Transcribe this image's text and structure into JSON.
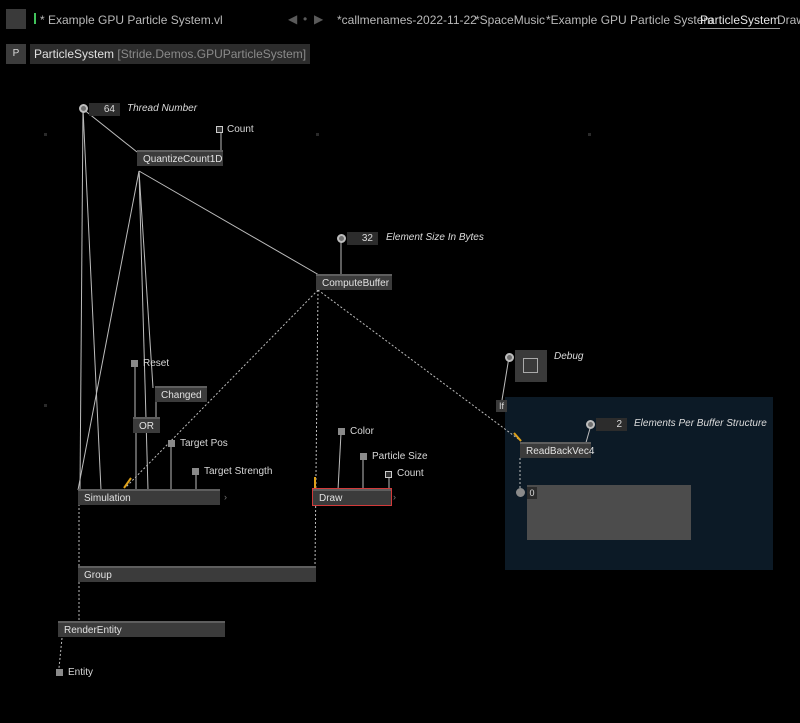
{
  "tabs": {
    "t1": "* Example GPU Particle System.vl",
    "t2": "*callmenames-2022-11-22",
    "t3": "*SpaceMusic",
    "t4": "*Example GPU Particle System",
    "t5": "ParticleSystem",
    "t6": "Draw",
    "back_arrow": "◀",
    "sep": "•",
    "fwd_arrow": "▶"
  },
  "breadcrumb": {
    "p": "P",
    "name": "ParticleSystem",
    "category": "[Stride.Demos.GPUParticleSystem]"
  },
  "iobox": {
    "thread_number": {
      "value": "64",
      "label": "Thread Number"
    },
    "count_top": "Count",
    "element_size": {
      "value": "32",
      "label": "Element Size In Bytes"
    },
    "debug_label": "Debug",
    "elements_per": {
      "value": "2",
      "label": "Elements Per Buffer Structure"
    },
    "readback_value": "0"
  },
  "nodes": {
    "quantize": "QuantizeCount1D",
    "compute": "ComputeBuffer",
    "changed": "Changed",
    "or": "OR",
    "simulation": "Simulation",
    "draw": "Draw",
    "group": "Group",
    "render": "RenderEntity",
    "readback": "ReadBackVec4",
    "if": "If"
  },
  "labels": {
    "reset": "Reset",
    "target_pos": "Target Pos",
    "target_strength": "Target Strength",
    "color": "Color",
    "particle_size": "Particle Size",
    "count_draw": "Count",
    "entity": "Entity"
  },
  "colors": {
    "accent_green": "#41c35b",
    "selection_red": "#d23a3a",
    "region_bg": "#0c1a26",
    "link_orange": "#e0a21a"
  }
}
